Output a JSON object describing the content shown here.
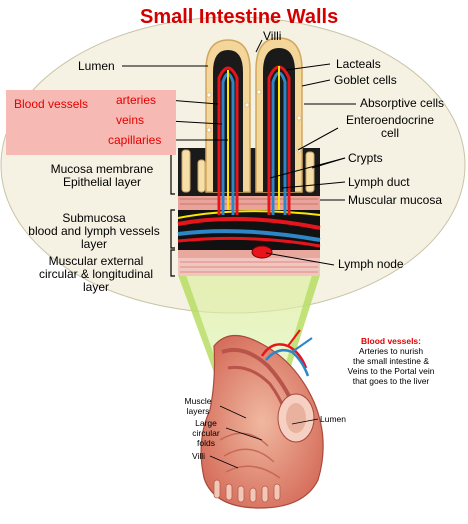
{
  "title": "Small Intestine Walls",
  "labels": {
    "villi": "Villi",
    "lumen": "Lumen",
    "lacteals": "Lacteals",
    "goblet_cells": "Goblet cells",
    "absorptive_cells": "Absorptive cells",
    "enteroendocrine_1": "Enteroendocrine",
    "enteroendocrine_2": "cell",
    "blood_vessels": "Blood vessels",
    "arteries": "arteries",
    "veins": "veins",
    "capillaries": "capillaries",
    "crypts": "Crypts",
    "lymph_duct": "Lymph duct",
    "muscular_mucosa": "Muscular mucosa",
    "mucosa_1": "Mucosa membrane",
    "mucosa_2": "Epithelial layer",
    "submucosa_1": "Submucosa",
    "submucosa_2": "blood and lymph vessels",
    "submucosa_3": "layer",
    "muscular_ext_1": "Muscular external",
    "muscular_ext_2": "circular & longitudinal",
    "muscular_ext_3": "layer",
    "lymph_node": "Lymph node"
  },
  "lower": {
    "bv_title": "Blood vessels:",
    "bv_line1": "Arteries to nurish",
    "bv_line2": "the small intestine &",
    "bv_line3": "Veins to the Portal vein",
    "bv_line4": "that goes to the liver",
    "muscle_1": "Muscle",
    "muscle_2": "layers",
    "large_1": "Large",
    "large_2": "circular",
    "large_3": "folds",
    "lumen": "Lumen",
    "villi": "Villi"
  },
  "colors": {
    "title": "#d40000",
    "label_red": "#e60000",
    "highlight_box": "#f7b9b4",
    "ellipse_fill": "#f5f2e4",
    "artery": "#e8141c",
    "vein": "#2f86c6",
    "capillary": "#ffe600",
    "tissue_black": "#000000",
    "beam_green": "#c8e87a"
  }
}
